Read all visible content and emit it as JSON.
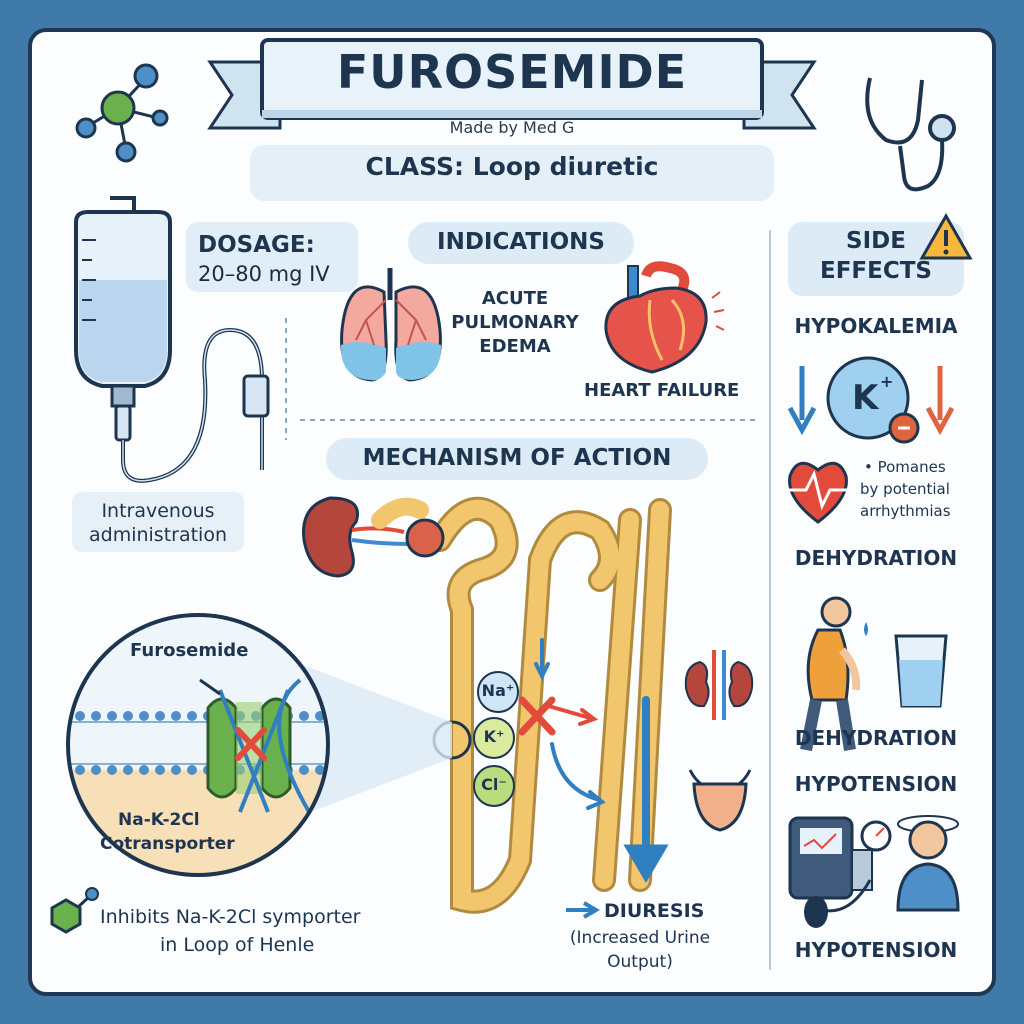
{
  "title": "FUROSEMIDE",
  "byline": "Made by Med G",
  "drug_class": "CLASS: Loop diuretic",
  "dosage": {
    "heading": "DOSAGE:",
    "value": "20–80 mg IV",
    "route_line1": "Intravenous",
    "route_line2": "administration"
  },
  "indications": {
    "heading": "INDICATIONS",
    "item1_lines": [
      "ACUTE",
      "PULMONARY",
      "EDEMA"
    ],
    "item2": "HEART FAILURE"
  },
  "mechanism": {
    "heading": "MECHANISM OF ACTION",
    "drug_label": "Furosemide",
    "transporter_line1": "Na-K-2Cl",
    "transporter_line2": "Cotransporter",
    "ions": [
      "Na⁺",
      "K⁺",
      "Cl⁻"
    ],
    "summary_line1": "Inhibits Na-K-2Cl symporter",
    "summary_line2": "in Loop of Henle",
    "result_heading": "DIURESIS",
    "result_line1": "(Increased Urine",
    "result_line2": "Output)"
  },
  "side_effects": {
    "heading_line1": "SIDE",
    "heading_line2": "EFFECTS",
    "item1": "HYPOKALEMIA",
    "potassium_symbol": "K",
    "potassium_charge": "+",
    "arrhythmia_lines": [
      "• Pomanes",
      "by potential",
      "arrhythmias"
    ],
    "item2": "DEHYDRATION",
    "item2_repeat": "DEHYDRATION",
    "item3": "HYPOTENSION",
    "item3_repeat": "HYPOTENSION"
  },
  "colors": {
    "background": "#3f7aa8",
    "panel": "#fbfdff",
    "navy": "#1e3550",
    "tubule": "#f2c66d",
    "flow_blue": "#2f7fc1",
    "block_red": "#e24b3b",
    "membrane_green": "#6ab04c"
  }
}
